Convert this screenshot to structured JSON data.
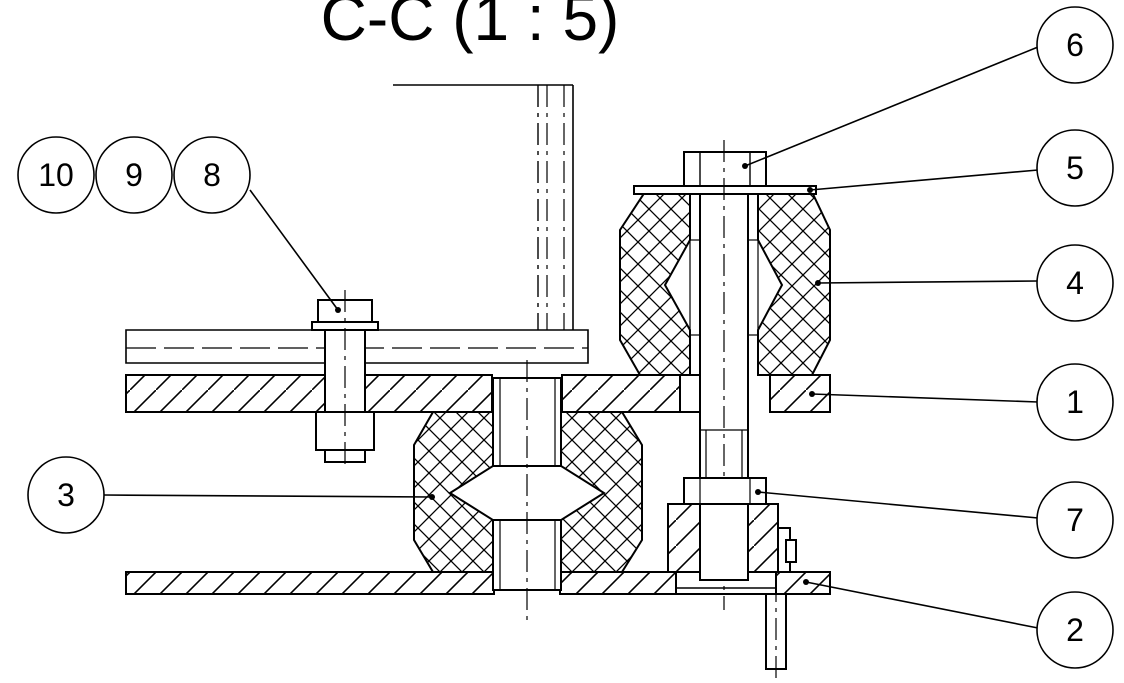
{
  "title": "C-C (1 : 5)",
  "balloons": {
    "b1": "1",
    "b2": "2",
    "b3": "3",
    "b4": "4",
    "b5": "5",
    "b6": "6",
    "b7": "7",
    "b8": "8",
    "b9": "9",
    "b10": "10"
  }
}
